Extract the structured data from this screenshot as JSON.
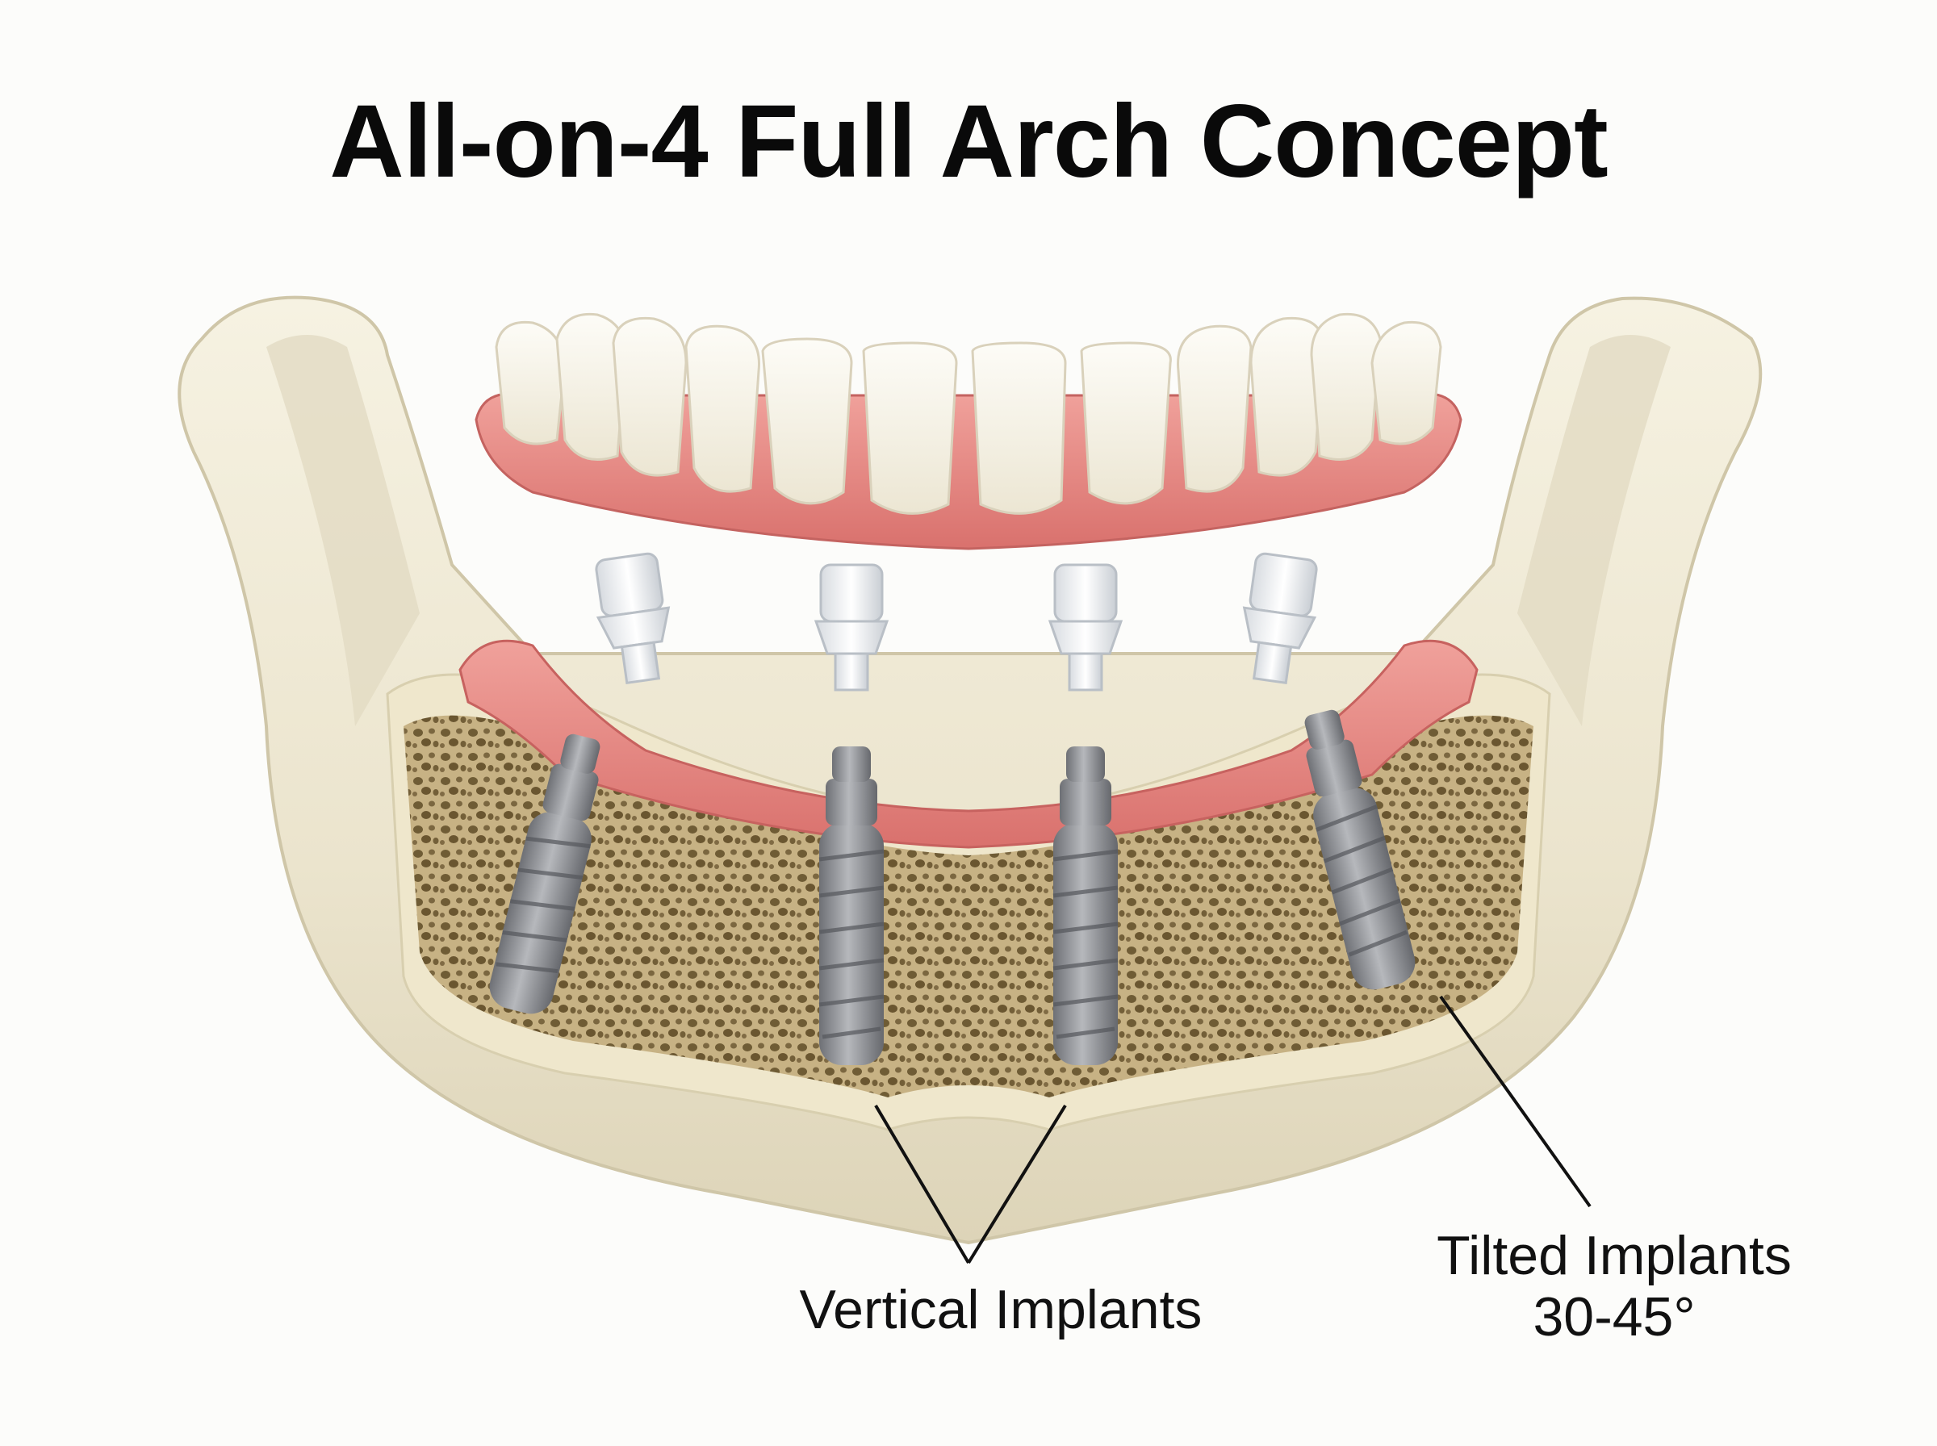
{
  "title": "All-on-4 Full Arch Concept",
  "labels": {
    "vertical_implants": "Vertical Implants",
    "tilted_implants_line1": "Tilted Implants",
    "tilted_implants_line2": "30-45°"
  },
  "colors": {
    "bone": "#e9e3cf",
    "gum": "#e07a76",
    "tooth": "#f7f4ea",
    "implant": "#8e9094",
    "spongy_bone": "#b39c6c"
  }
}
